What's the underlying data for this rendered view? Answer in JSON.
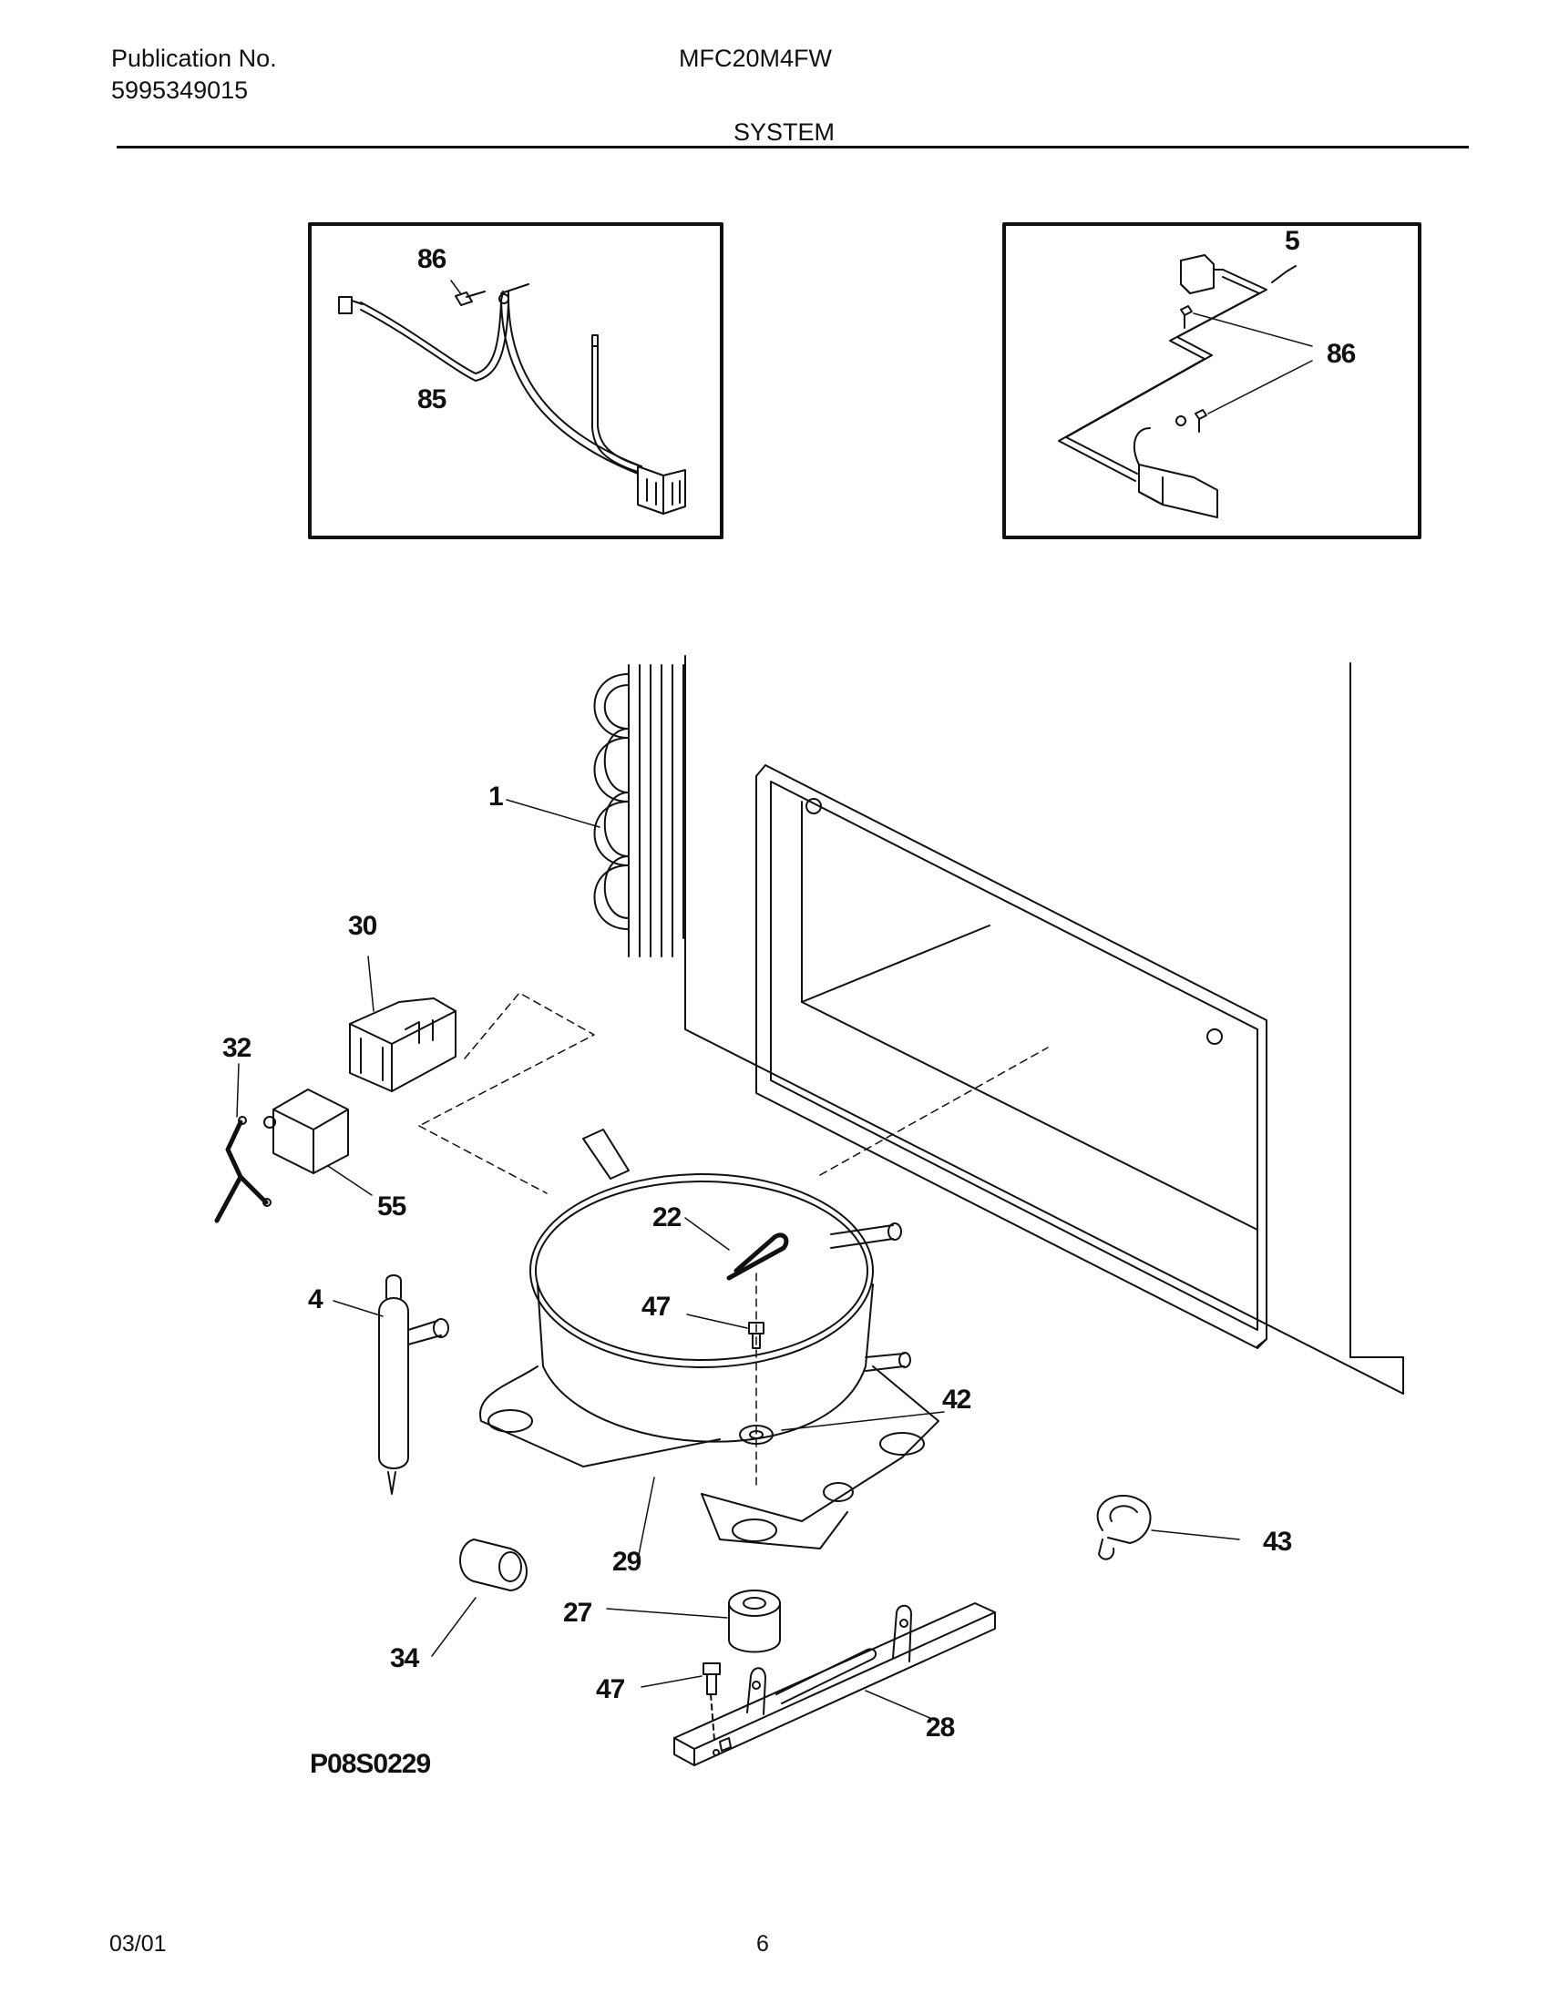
{
  "header": {
    "publication_label": "Publication No.",
    "publication_number": "5995349015",
    "model": "MFC20M4FW",
    "section": "SYSTEM"
  },
  "callouts": {
    "c1": "1",
    "c4": "4",
    "c5": "5",
    "c22": "22",
    "c27": "27",
    "c28": "28",
    "c29": "29",
    "c30": "30",
    "c32": "32",
    "c34": "34",
    "c42": "42",
    "c43": "43",
    "c47a": "47",
    "c47b": "47",
    "c55": "55",
    "c85": "85",
    "c86a": "86",
    "c86b": "86"
  },
  "diagram_code": "P08S0229",
  "footer": {
    "date": "03/01",
    "page": "6"
  }
}
